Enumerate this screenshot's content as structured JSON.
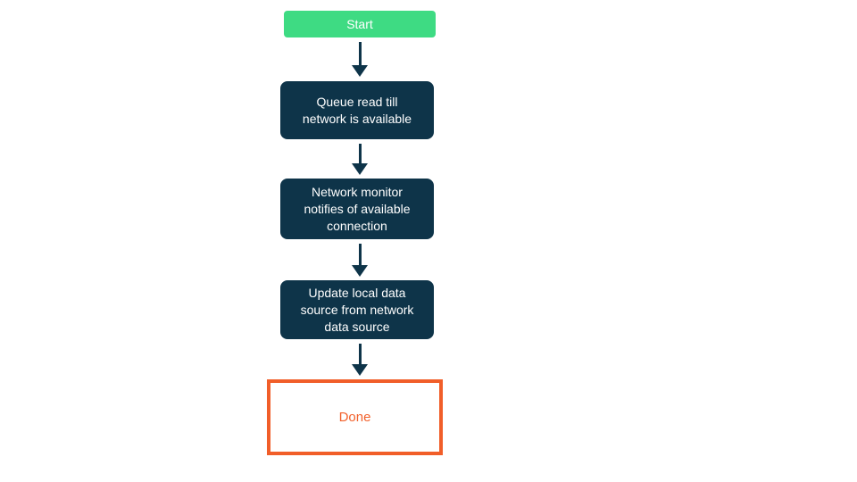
{
  "diagram": {
    "type": "flowchart",
    "direction": "top-down",
    "nodes": [
      {
        "id": "start",
        "type": "start",
        "label": "Start"
      },
      {
        "id": "queue-read",
        "type": "process",
        "label": "Queue read till\nnetwork is available"
      },
      {
        "id": "network-monitor",
        "type": "process",
        "label": "Network monitor\nnotifies of available\nconnection"
      },
      {
        "id": "update-local-data",
        "type": "process",
        "label": "Update local data\nsource from network\ndata source"
      },
      {
        "id": "done",
        "type": "terminal",
        "label": "Done"
      }
    ],
    "edges": [
      {
        "from": "start",
        "to": "queue-read"
      },
      {
        "from": "queue-read",
        "to": "network-monitor"
      },
      {
        "from": "network-monitor",
        "to": "update-local-data"
      },
      {
        "from": "update-local-data",
        "to": "done"
      }
    ],
    "colors": {
      "background": "#ffffff",
      "start_fill": "#3edb83",
      "process_fill": "#0e3449",
      "node_text": "#ffffff",
      "arrow": "#0e3449",
      "done_border": "#f15e29",
      "done_text": "#f2622d"
    }
  }
}
